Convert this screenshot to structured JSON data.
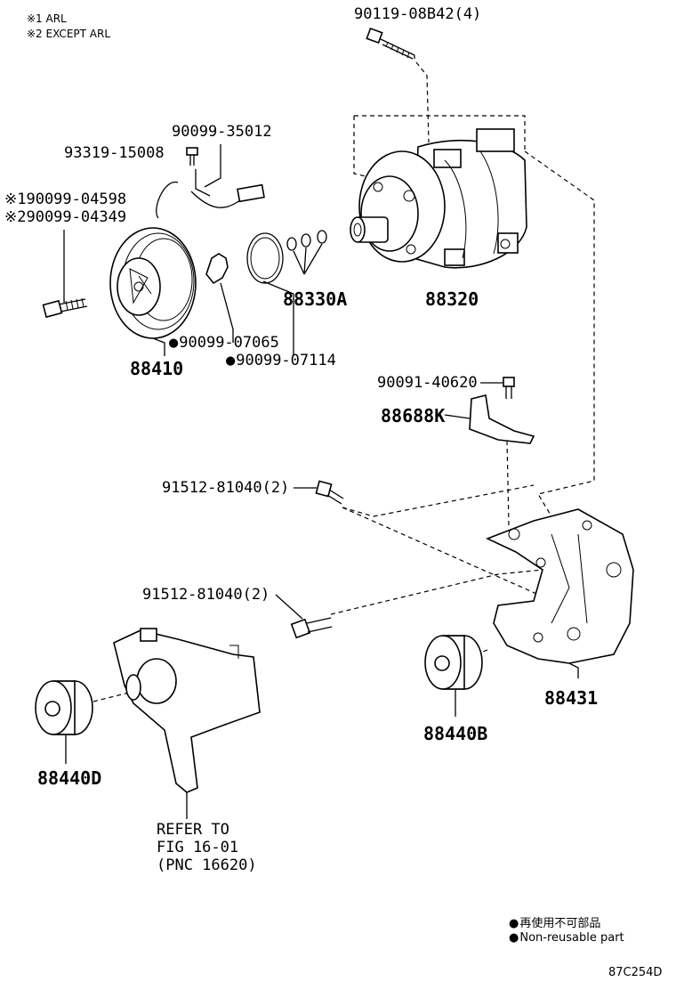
{
  "notes": {
    "note1": "※1 ARL",
    "note2": "※2 EXCEPT ARL"
  },
  "labels": {
    "p_bolt_top": "90119-08B42(4)",
    "p_90099_35012": "90099-35012",
    "p_93319_15008": "93319-15008",
    "p_90099_04598": "※190099-04598",
    "p_90099_04349": "※290099-04349",
    "p_88330A": "88330A",
    "p_88320": "88320",
    "p_90099_07065": "90099-07065",
    "p_90099_07114": "90099-07114",
    "p_88410": "88410",
    "p_90091_40620": "90091-40620",
    "p_88688K": "88688K",
    "p_91512_a": "91512-81040(2)",
    "p_91512_b": "91512-81040(2)",
    "p_88431": "88431",
    "p_88440B": "88440B",
    "p_88440D": "88440D",
    "refer1": "REFER TO",
    "refer2": "FIG 16-01",
    "refer3": "(PNC 16620)"
  },
  "legend": {
    "jp": "再使用不可部品",
    "en": "Non-reusable part"
  },
  "fig_code": "87C254D"
}
